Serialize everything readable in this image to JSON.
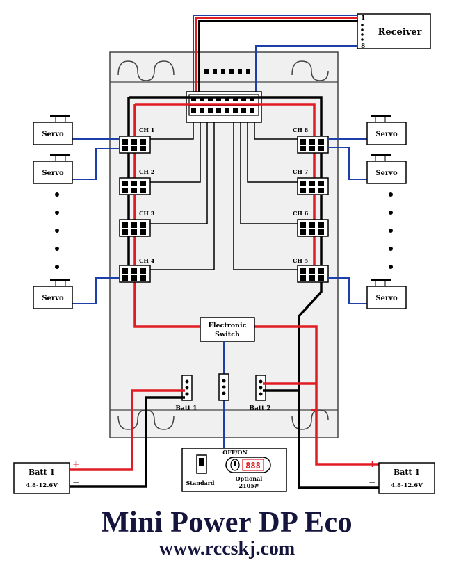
{
  "receiver": {
    "label": "Receiver",
    "pin_first": "1",
    "pin_last": "8"
  },
  "servo_label": "Servo",
  "channels_left": [
    "CH 1",
    "CH 2",
    "CH 3",
    "CH 4"
  ],
  "channels_right": [
    "CH 8",
    "CH 7",
    "CH 6",
    "CH 5"
  ],
  "switch": {
    "line1": "Electronic",
    "line2": "Switch"
  },
  "batt_ports": {
    "left": "Batt 1",
    "right": "Batt 2"
  },
  "batteries": {
    "left": {
      "name": "Batt 1",
      "voltage": "4.8-12.6V",
      "plus": "+",
      "minus": "−"
    },
    "right": {
      "name": "Batt 1",
      "voltage": "4.8-12.6V",
      "plus": "+",
      "minus": "−"
    }
  },
  "switch_panel": {
    "off_on": "OFF/ON",
    "standard": "Standard",
    "optional": "Optional",
    "model": "2105#"
  },
  "footer": {
    "title": "Mini Power DP Eco",
    "url": "www.rccskj.com"
  },
  "colors": {
    "red": "#e11b22",
    "black": "#000000",
    "blue": "#1f3fa8",
    "board": "#f0f0f0"
  }
}
